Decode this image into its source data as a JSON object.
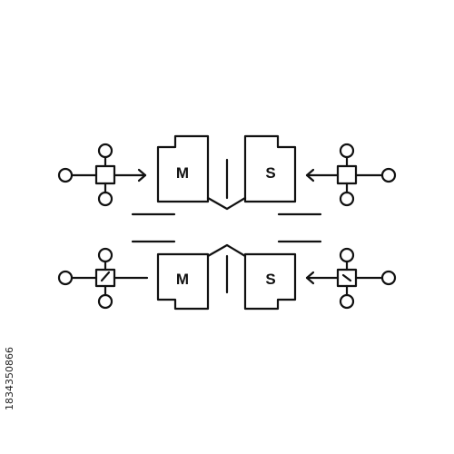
{
  "colors": {
    "background": "#ffffff",
    "stroke": "#111111"
  },
  "rows": [
    {
      "position": "top",
      "left_doc": {
        "letter": "M"
      },
      "right_doc": {
        "letter": "S"
      },
      "left_node": {
        "arrow": "right"
      },
      "right_node": {
        "arrow": "left"
      }
    },
    {
      "position": "bottom",
      "left_doc": {
        "letter": "M"
      },
      "right_doc": {
        "letter": "S"
      },
      "left_node": {
        "arrow": "none"
      },
      "right_node": {
        "arrow": "left"
      }
    }
  ],
  "stock_id": "1834350866"
}
